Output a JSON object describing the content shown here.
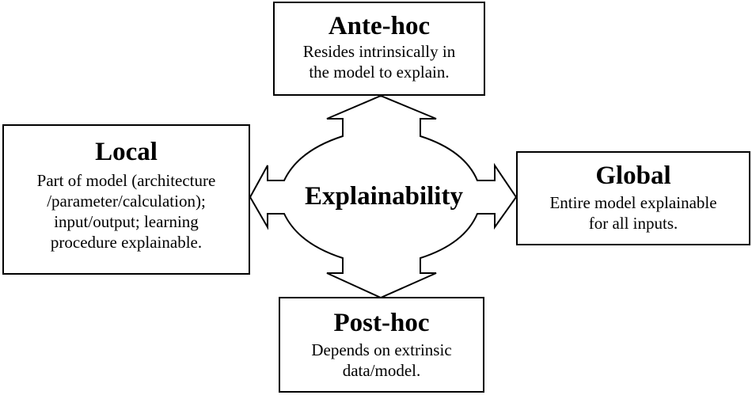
{
  "center": {
    "label": "Explainability"
  },
  "nodes": {
    "ante_hoc": {
      "title": "Ante-hoc",
      "lines": [
        "Resides intrinsically in",
        "the model to explain."
      ]
    },
    "local": {
      "title": "Local",
      "lines": [
        "Part of model (architecture",
        "/parameter/calculation);",
        "input/output; learning",
        "procedure explainable."
      ]
    },
    "global": {
      "title": "Global",
      "lines": [
        "Entire model explainable",
        "for all inputs."
      ]
    },
    "post_hoc": {
      "title": "Post-hoc",
      "lines": [
        "Depends on extrinsic",
        "data/model."
      ]
    }
  }
}
